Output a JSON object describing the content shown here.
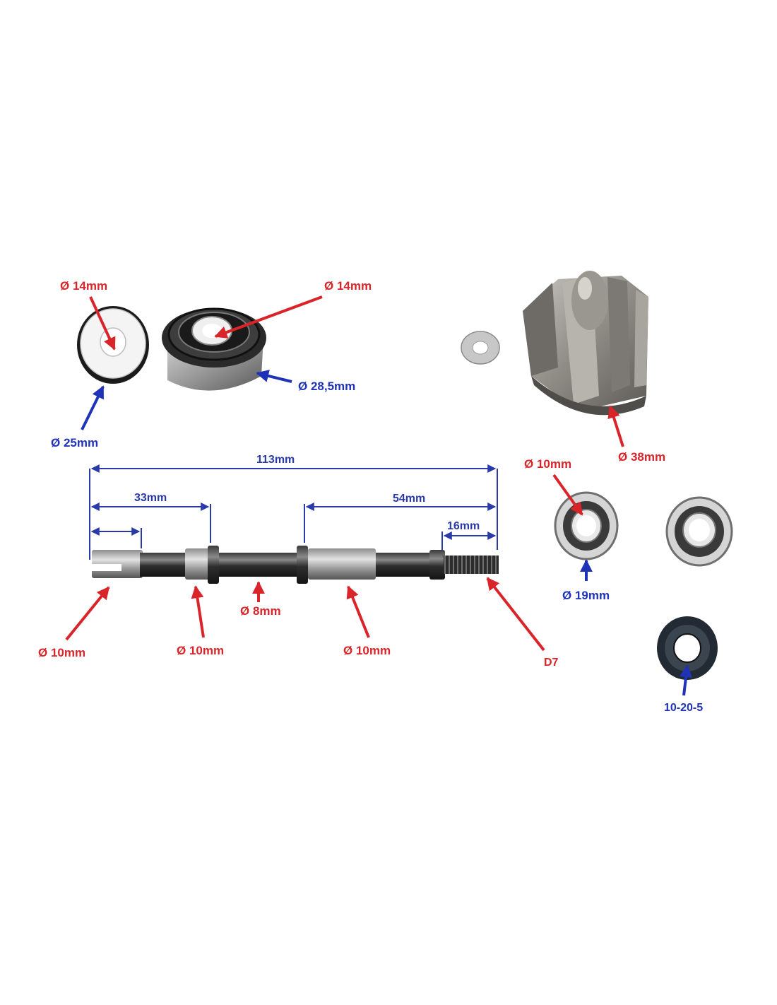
{
  "colors": {
    "red": "#d9252a",
    "blue": "#1f33b8",
    "dim": "#2a3aa8"
  },
  "labels": {
    "seal_inner_left": "Ø 14mm",
    "seal_inner_right": "Ø 14mm",
    "seal_outer_right": "Ø 28,5mm",
    "seal_outer_left": "Ø 25mm",
    "impeller": "Ø 38mm",
    "bearing_inner": "Ø 10mm",
    "bearing_outer": "Ø 19mm",
    "oil_seal": "10-20-5",
    "shaft_left_end": "Ø 10mm",
    "shaft_first_step": "Ø 10mm",
    "shaft_middle": "Ø 8mm",
    "shaft_right_step": "Ø 10mm",
    "shaft_thread": "D7"
  },
  "dimensions": {
    "total_length": "113mm",
    "left_segment": "33mm",
    "right_segment": "54mm",
    "thread_length": "16mm"
  },
  "icons": [
    "mechanical-seal-ring",
    "mechanical-seal-body",
    "washer",
    "impeller",
    "ball-bearing",
    "oil-seal",
    "pump-shaft"
  ]
}
